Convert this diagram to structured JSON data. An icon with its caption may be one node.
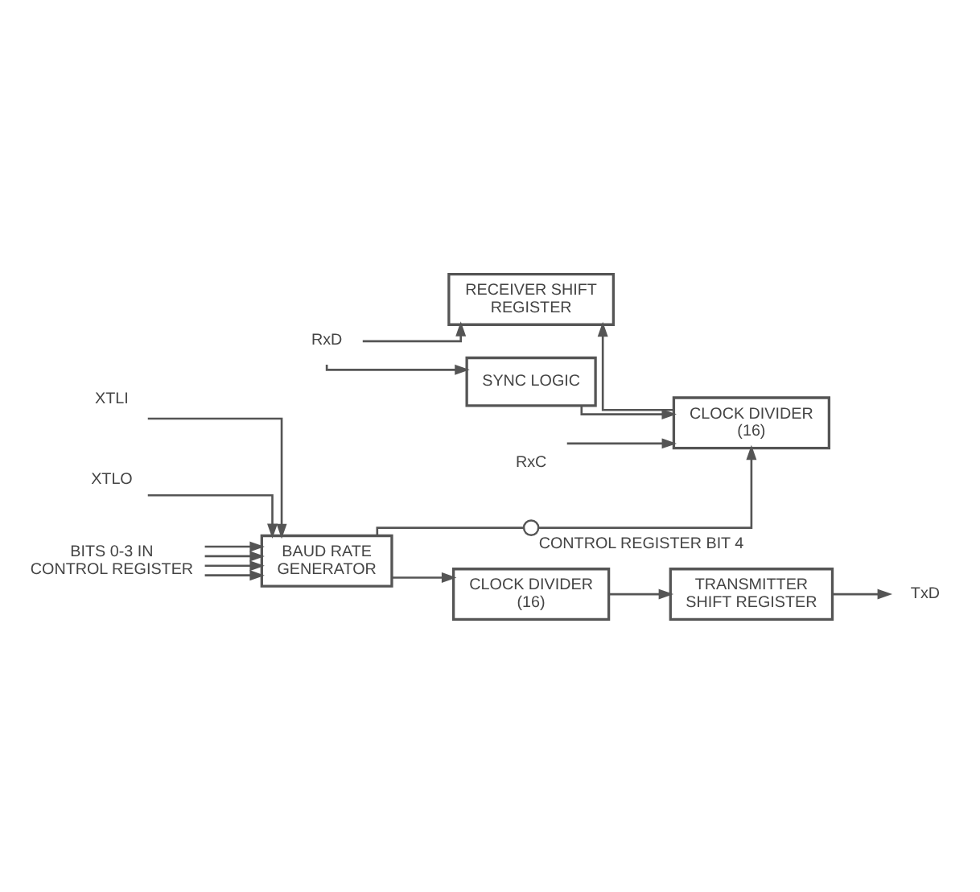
{
  "diagram": {
    "nodes": [
      {
        "text": [
          "RECEIVER SHIFT REGISTER"
        ]
      },
      {
        "text": [
          "CLOCK DIVIDER (16)"
        ]
      },
      {
        "text": [
          "SYNC LOGIC"
        ]
      },
      {
        "text": [
          "RxD"
        ]
      },
      {
        "text": [
          "RxC"
        ]
      },
      {
        "text": [],
        "shape": "switch",
        "beside": [
          "CONTROL REGISTER BIT 4"
        ]
      },
      {
        "text": [
          "XTLI"
        ]
      },
      {
        "text": [
          "XTLO"
        ]
      },
      {
        "text": [
          "BAUD RATE GENERATOR"
        ]
      },
      {
        "text": [
          "BITS 0-3 IN CONTROL REGISTER"
        ]
      },
      {
        "text": [
          "CLOCK DIVIDER (16)"
        ]
      },
      {
        "text": [
          "TRANSMITTER SHIFT REGISTER"
        ]
      },
      {
        "text": [
          "TxD"
        ]
      }
    ],
    "edges": [
      {
        "from": 3,
        "to": 0,
        "arrow": "to"
      },
      {
        "from": 3,
        "to": 2,
        "arrow": "to"
      },
      {
        "from": 2,
        "to": 1,
        "arrow": "to"
      },
      {
        "from": 1,
        "to": 0,
        "arrow": "to"
      },
      {
        "from": 4,
        "to": 1,
        "arrow": "to"
      },
      {
        "from": 5,
        "to": 1,
        "arrow": "to"
      },
      {
        "from": 8,
        "to": 5,
        "arrow": "none"
      },
      {
        "from": 6,
        "to": 8,
        "arrow": "to"
      },
      {
        "from": 7,
        "to": 8,
        "arrow": "to"
      },
      {
        "from": 9,
        "to": 8,
        "arrow": "to"
      },
      {
        "from": 9,
        "to": 8,
        "arrow": "to"
      },
      {
        "from": 9,
        "to": 8,
        "arrow": "to"
      },
      {
        "from": 9,
        "to": 8,
        "arrow": "to"
      },
      {
        "from": 8,
        "to": 10,
        "arrow": "to"
      },
      {
        "from": 10,
        "to": 11,
        "arrow": "to"
      },
      {
        "from": 11,
        "to": 12,
        "arrow": "to"
      }
    ]
  }
}
